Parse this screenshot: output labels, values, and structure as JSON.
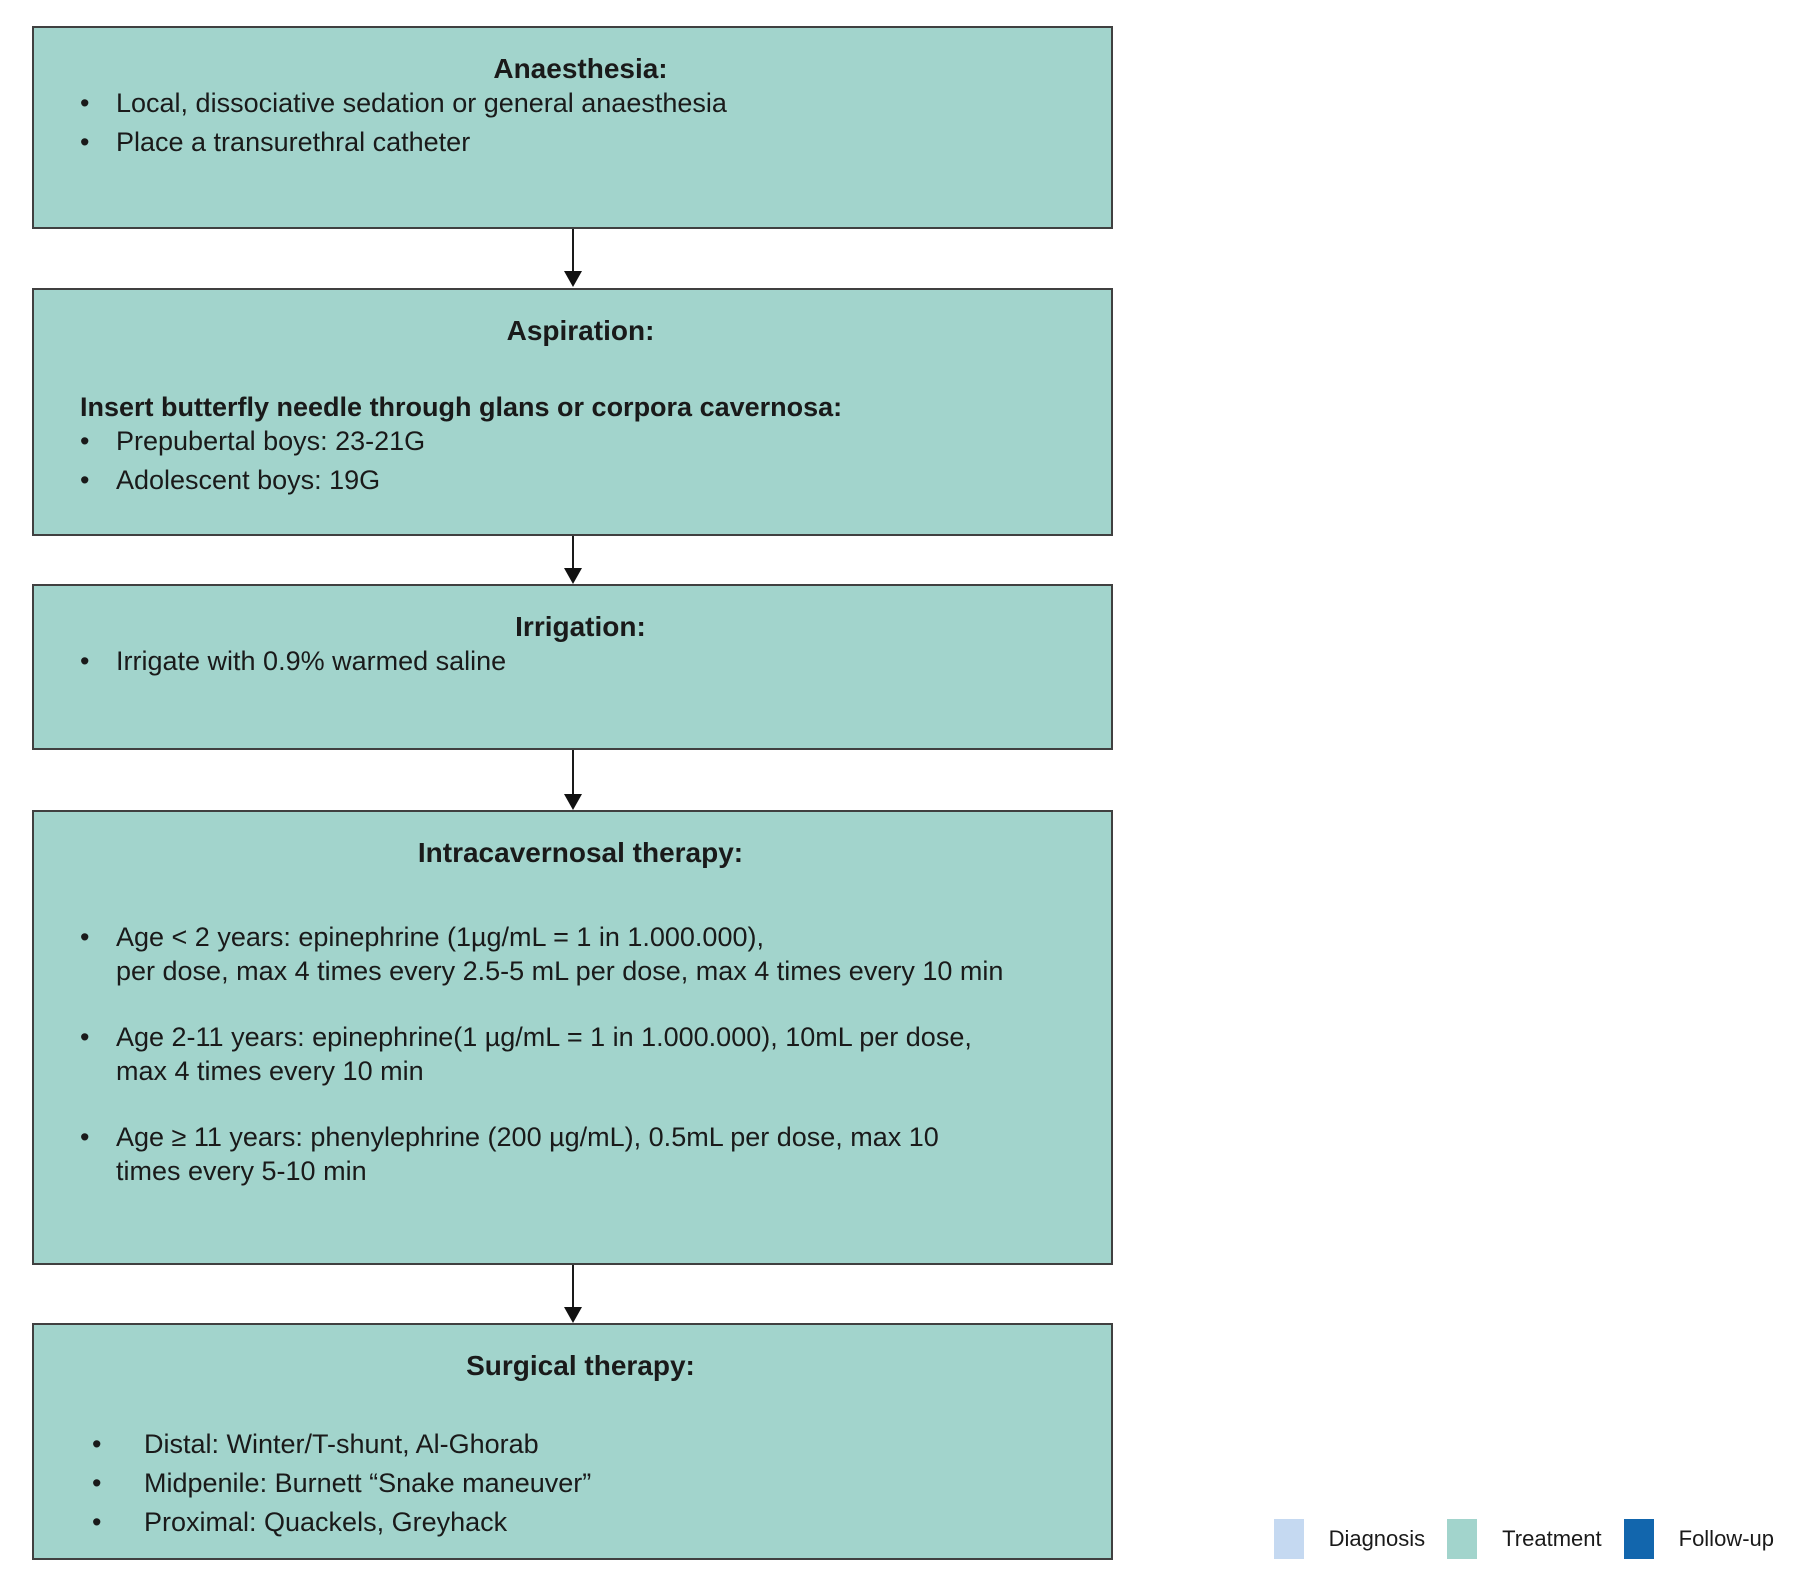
{
  "flowchart": {
    "fill_color": "#a2d4cc",
    "border_color": "#404040",
    "boxes": [
      {
        "title": "Anaesthesia:",
        "bullets": [
          "Local, dissociative sedation or general anaesthesia",
          "Place a transurethral catheter"
        ]
      },
      {
        "title": "Aspiration:",
        "lead": "Insert butterfly needle through glans or corpora cavernosa:",
        "bullets": [
          "Prepubertal boys: 23-21G",
          "Adolescent boys: 19G"
        ]
      },
      {
        "title": "Irrigation:",
        "bullets": [
          "Irrigate with 0.9% warmed saline"
        ]
      },
      {
        "title": "Intracavernosal therapy:",
        "bullets": [
          "Age < 2 years: epinephrine (1µg/mL = 1 in 1.000.000),\nper dose, max 4 times every 2.5-5 mL per dose, max 4 times every 10 min",
          "Age 2-11 years: epinephrine(1 µg/mL = 1 in 1.000.000), 10mL per dose,\nmax 4 times every 10 min",
          "Age ≥ 11 years: phenylephrine (200 µg/mL), 0.5mL per dose, max 10\ntimes every 5-10 min"
        ]
      },
      {
        "title": "Surgical therapy:",
        "bullets": [
          "Distal: Winter/T-shunt, Al-Ghorab",
          "Midpenile: Burnett “Snake maneuver”",
          "Proximal: Quackels, Greyhack"
        ]
      }
    ]
  },
  "legend": {
    "items": [
      {
        "label": "Diagnosis",
        "color": "#c5d9f1"
      },
      {
        "label": "Treatment",
        "color": "#a2d4cc"
      },
      {
        "label": "Follow-up",
        "color": "#1266ad"
      }
    ]
  }
}
